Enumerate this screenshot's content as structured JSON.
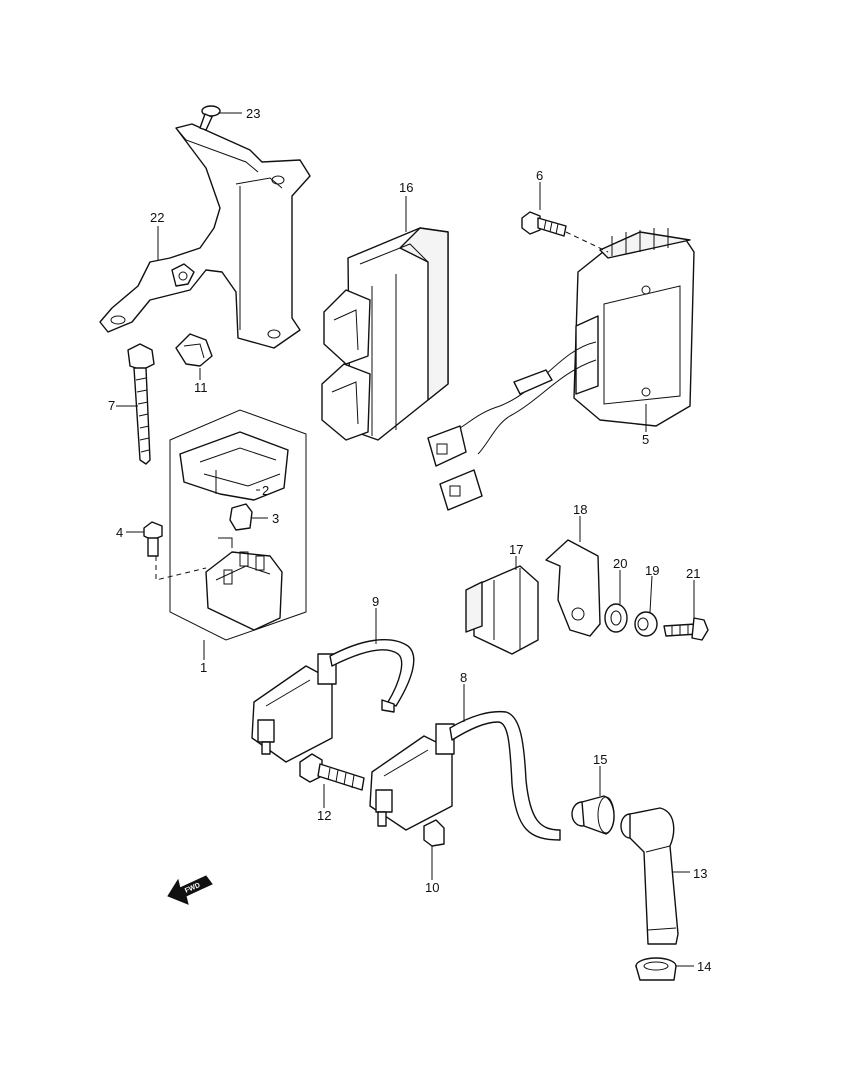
{
  "diagram": {
    "callouts": [
      {
        "id": "c1",
        "label": "1"
      },
      {
        "id": "c2",
        "label": "2"
      },
      {
        "id": "c3",
        "label": "3"
      },
      {
        "id": "c4",
        "label": "4"
      },
      {
        "id": "c5",
        "label": "5"
      },
      {
        "id": "c6",
        "label": "6"
      },
      {
        "id": "c7",
        "label": "7"
      },
      {
        "id": "c8",
        "label": "8"
      },
      {
        "id": "c9",
        "label": "9"
      },
      {
        "id": "c10",
        "label": "10"
      },
      {
        "id": "c11",
        "label": "11"
      },
      {
        "id": "c12",
        "label": "12"
      },
      {
        "id": "c13",
        "label": "13"
      },
      {
        "id": "c14",
        "label": "14"
      },
      {
        "id": "c15",
        "label": "15"
      },
      {
        "id": "c16",
        "label": "16"
      },
      {
        "id": "c17",
        "label": "17"
      },
      {
        "id": "c18",
        "label": "18"
      },
      {
        "id": "c19",
        "label": "19"
      },
      {
        "id": "c20",
        "label": "20"
      },
      {
        "id": "c21",
        "label": "21"
      },
      {
        "id": "c22",
        "label": "22"
      },
      {
        "id": "c23",
        "label": "23"
      }
    ],
    "direction_marker": {
      "label": "FWD",
      "icon": "forward-arrow-icon"
    }
  }
}
